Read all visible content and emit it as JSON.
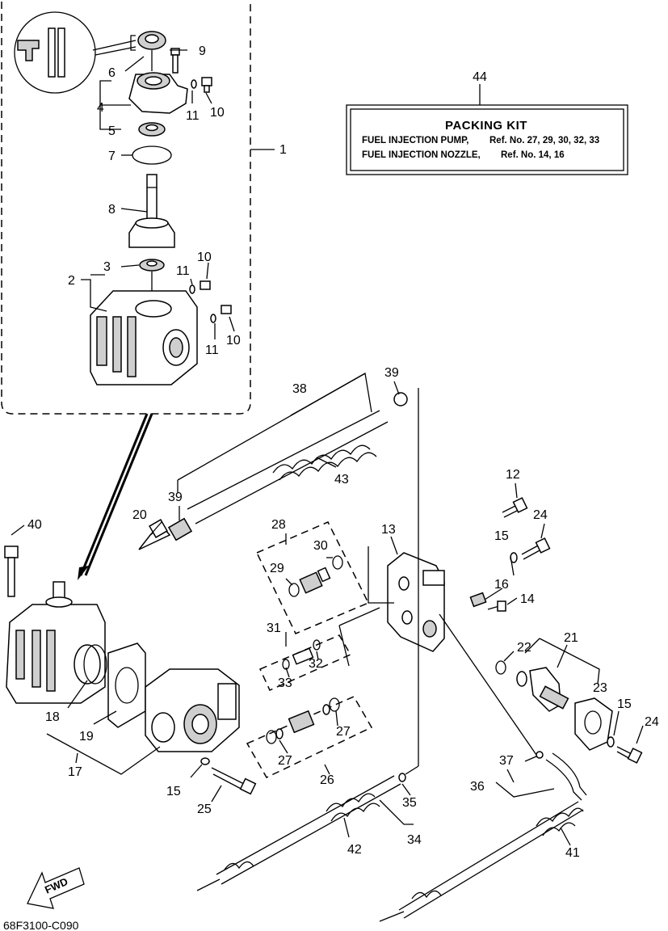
{
  "diagram": {
    "drawing_code": "68F3100-C090",
    "fwd_label": "FWD",
    "packing_kit": {
      "ref": "44",
      "title": "PACKING KIT",
      "pump_label": "FUEL INJECTION PUMP,",
      "pump_refs": "Ref. No. 27, 29, 30, 32, 33",
      "nozzle_label": "FUEL INJECTION NOZZLE,",
      "nozzle_refs": "Ref. No. 14, 16"
    },
    "callouts": {
      "c1": "1",
      "c2": "2",
      "c3": "3",
      "c4": "4",
      "c5": "5",
      "c6": "6",
      "c7": "7",
      "c8": "8",
      "c9": "9",
      "c10a": "10",
      "c10b": "10",
      "c10c": "10",
      "c11a": "11",
      "c11b": "11",
      "c11c": "11",
      "c12": "12",
      "c13": "13",
      "c14": "14",
      "c15a": "15",
      "c15b": "15",
      "c15c": "15",
      "c16": "16",
      "c17": "17",
      "c18": "18",
      "c19": "19",
      "c20": "20",
      "c21": "21",
      "c22": "22",
      "c23": "23",
      "c24a": "24",
      "c24b": "24",
      "c25": "25",
      "c26": "26",
      "c27a": "27",
      "c27b": "27",
      "c28": "28",
      "c29": "29",
      "c30": "30",
      "c31": "31",
      "c32": "32",
      "c33": "33",
      "c34": "34",
      "c35": "35",
      "c36": "36",
      "c37": "37",
      "c38": "38",
      "c39a": "39",
      "c39b": "39",
      "c40": "40",
      "c41": "41",
      "c42": "42",
      "c43": "43"
    }
  }
}
